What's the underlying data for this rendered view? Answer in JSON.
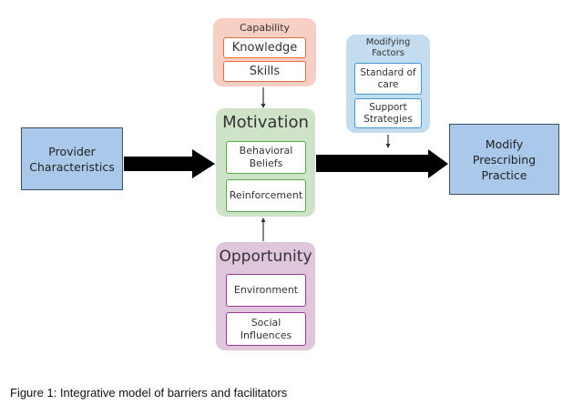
{
  "colors": {
    "capability_bg": "#f8cfc4",
    "capability_border": "#e07040",
    "modifying_bg": "#c3dcef",
    "modifying_border": "#3d9bd0",
    "motivation_bg": "#cfe3c9",
    "motivation_border": "#5aa84a",
    "opportunity_bg": "#dfc6dc",
    "opportunity_border": "#9a3a92",
    "endpoint_bg": "#a9c8ea",
    "arrow": "#000000"
  },
  "capability": {
    "title": "Capability",
    "items": [
      "Knowledge",
      "Skills"
    ]
  },
  "modifying_factors": {
    "title_line1": "Modifying",
    "title_line2": "Factors",
    "items": [
      {
        "line1": "Standard of",
        "line2": "care"
      },
      {
        "line1": "Support",
        "line2": "Strategies"
      }
    ]
  },
  "motivation": {
    "title": "Motivation",
    "items": [
      {
        "line1": "Behavioral",
        "line2": "Beliefs"
      },
      {
        "line1": "Reinforcement",
        "line2": ""
      }
    ]
  },
  "opportunity": {
    "title": "Opportunity",
    "items": [
      {
        "line1": "Environment",
        "line2": ""
      },
      {
        "line1": "Social",
        "line2": "Influences"
      }
    ]
  },
  "provider": {
    "line1": "Provider",
    "line2": "Characteristics"
  },
  "outcome": {
    "line1": "Modify",
    "line2": "Prescribing",
    "line3": "Practice"
  },
  "caption": "Figure 1: Integrative model of barriers and facilitators"
}
